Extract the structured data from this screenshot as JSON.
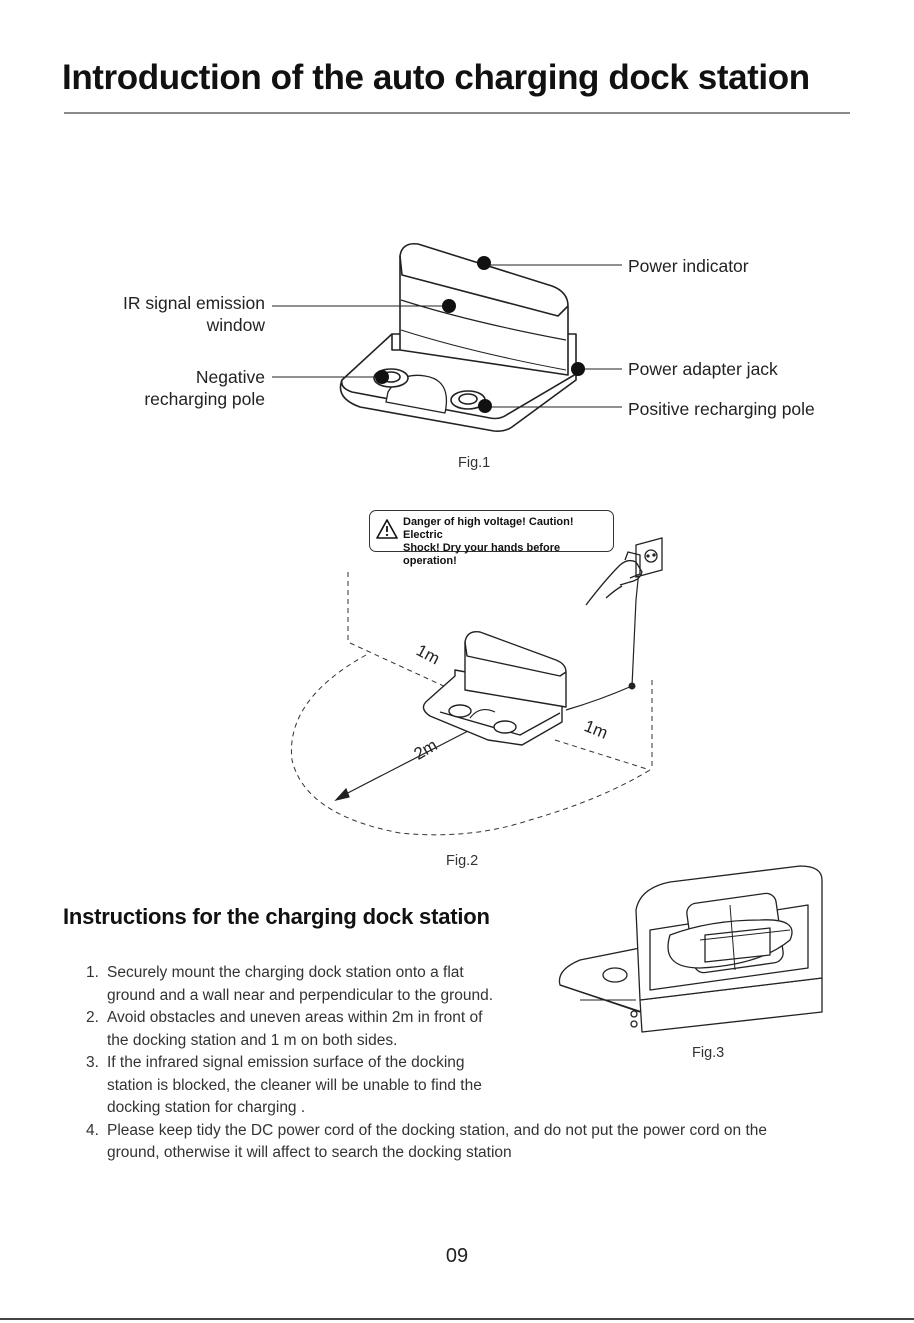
{
  "page": {
    "title": "Introduction of the auto charging dock station",
    "page_number": "09"
  },
  "fig1": {
    "caption": "Fig.1",
    "labels": {
      "power_indicator": "Power indicator",
      "ir_window_line1": "IR signal emission",
      "ir_window_line2": "window",
      "negative_pole_line1": "Negative",
      "negative_pole_line2": "recharging pole",
      "power_adapter_jack": "Power adapter jack",
      "positive_pole": "Positive recharging pole"
    }
  },
  "fig2": {
    "caption": "Fig.2",
    "warning_line1": "Danger of high voltage! Caution! Electric",
    "warning_line2": "Shock! Dry your hands before operation!",
    "dim_left": "1m",
    "dim_right": "1m",
    "dim_front": "2m"
  },
  "fig3": {
    "caption": "Fig.3"
  },
  "instructions": {
    "heading": "Instructions for the charging dock station",
    "items": [
      {
        "num": "1.",
        "line1": "Securely mount the charging dock station onto a flat",
        "line2": "ground and a wall near and perpendicular to the ground."
      },
      {
        "num": "2.",
        "line1": "Avoid obstacles and uneven areas within 2m in front of",
        "line2": "the docking station and 1 m on both sides."
      },
      {
        "num": "3.",
        "line1": "If the infrared signal emission surface of the docking",
        "line2": "station is blocked, the cleaner will be unable to find the",
        "line3": "docking station for charging ."
      },
      {
        "num": "4.",
        "line1": "Please keep tidy the DC power cord of the docking station, and do not put the power cord on the",
        "line2": "ground, otherwise it will affect to search the docking station"
      }
    ]
  }
}
